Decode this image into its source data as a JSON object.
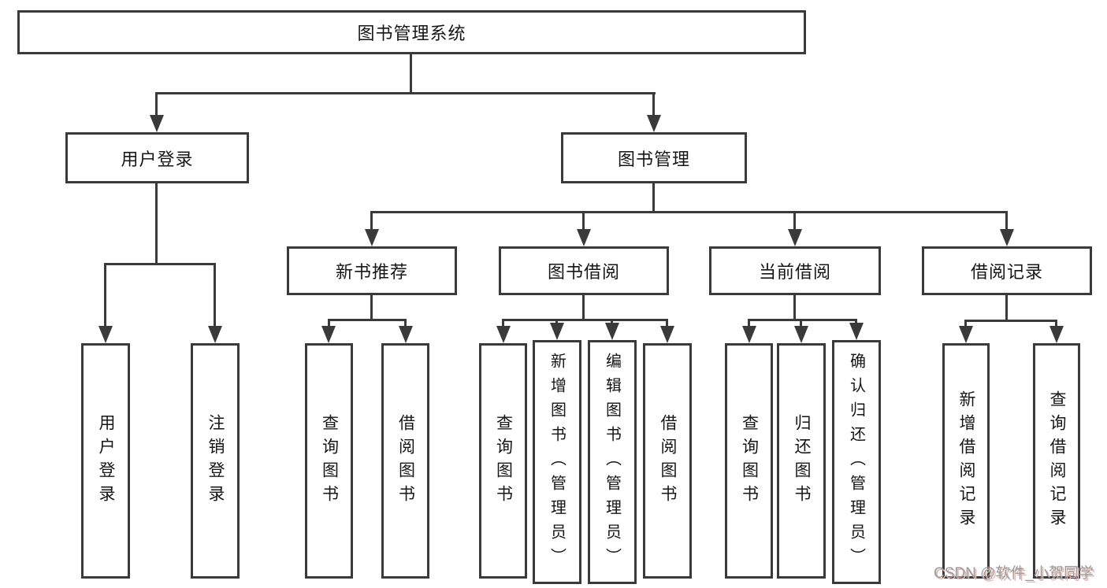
{
  "diagram": {
    "root": {
      "label": "图书管理系统"
    },
    "branches": {
      "user_login": {
        "label": "用户登录",
        "children": {
          "login": {
            "label": "用户登录"
          },
          "logout": {
            "label": "注销登录"
          }
        }
      },
      "book_mgmt": {
        "label": "图书管理",
        "children": {
          "new_book": {
            "label": "新书推荐",
            "children": {
              "query": {
                "label": "查询图书"
              },
              "borrow": {
                "label": "借阅图书"
              }
            }
          },
          "book_borrow": {
            "label": "图书借阅",
            "children": {
              "query": {
                "label": "查询图书"
              },
              "add": {
                "label": "新增图书（管理员）"
              },
              "edit": {
                "label": "编辑图书（管理员）"
              },
              "borrow": {
                "label": "借阅图书"
              }
            }
          },
          "current_borrow": {
            "label": "当前借阅",
            "children": {
              "query": {
                "label": "查询图书"
              },
              "return": {
                "label": "归还图书"
              },
              "confirm": {
                "label": "确认归还（管理员）"
              }
            }
          },
          "borrow_record": {
            "label": "借阅记录",
            "children": {
              "add": {
                "label": "新增借阅记录"
              },
              "query": {
                "label": "查询借阅记录"
              }
            }
          }
        }
      }
    }
  },
  "watermark": {
    "text": "CSDN @软件_小贺同学"
  },
  "colors": {
    "line": "#3a3a3a",
    "text": "#161616",
    "watermark_text": "#9c9c9c",
    "watermark_shadow": "#e2b6b0"
  }
}
